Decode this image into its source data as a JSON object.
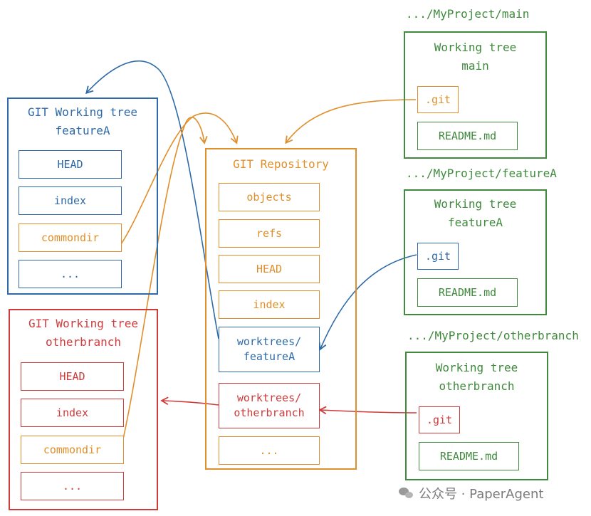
{
  "featureA_worktree": {
    "title": "GIT Working tree\nfeatureA",
    "cells": [
      "HEAD",
      "index",
      "commondir",
      "..."
    ]
  },
  "otherbranch_worktree": {
    "title": "GIT Working tree\notherbranch",
    "cells": [
      "HEAD",
      "index",
      "commondir",
      "..."
    ]
  },
  "repository": {
    "title": "GIT Repository",
    "cells": [
      "objects",
      "refs",
      "HEAD",
      "index",
      "worktrees/\nfeatureA",
      "worktrees/\notherbranch",
      "..."
    ]
  },
  "projects": [
    {
      "path": ".../MyProject/main",
      "title": "Working tree\nmain",
      "git": ".git",
      "readme": "README.md"
    },
    {
      "path": ".../MyProject/featureA",
      "title": "Working tree\nfeatureA",
      "git": ".git",
      "readme": "README.md"
    },
    {
      "path": ".../MyProject/otherbranch",
      "title": "Working tree\notherbranch",
      "git": ".git",
      "readme": "README.md"
    }
  ],
  "colors": {
    "blue": "#2f6aa8",
    "red": "#cf3b3b",
    "orange": "#e08f2a",
    "green": "#3f8a3c"
  },
  "watermark": "公众号 · PaperAgent"
}
